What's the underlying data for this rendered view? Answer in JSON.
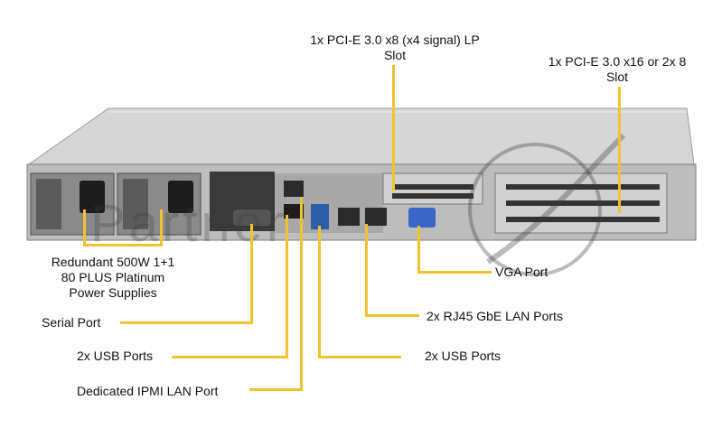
{
  "labels": {
    "pcie_x8": [
      "1x PCI-E 3.0 x8 (x4 signal) LP",
      "Slot"
    ],
    "pcie_x16": [
      "1x PCI-E 3.0 x16 or 2x 8",
      "Slot"
    ],
    "psu": [
      "Redundant 500W 1+1",
      "80 PLUS Platinum",
      "Power Supplies"
    ],
    "vga": "VGA Port",
    "lan": "2x RJ45 GbE LAN Ports",
    "serial": "Serial Port",
    "usb_left": "2x USB Ports",
    "usb_right": "2x USB Ports",
    "ipmi": "Dedicated IPMI  LAN Port"
  },
  "watermark": "Partner",
  "colors": {
    "leader": "#f2c230",
    "chassis": "#c9c9c9"
  }
}
